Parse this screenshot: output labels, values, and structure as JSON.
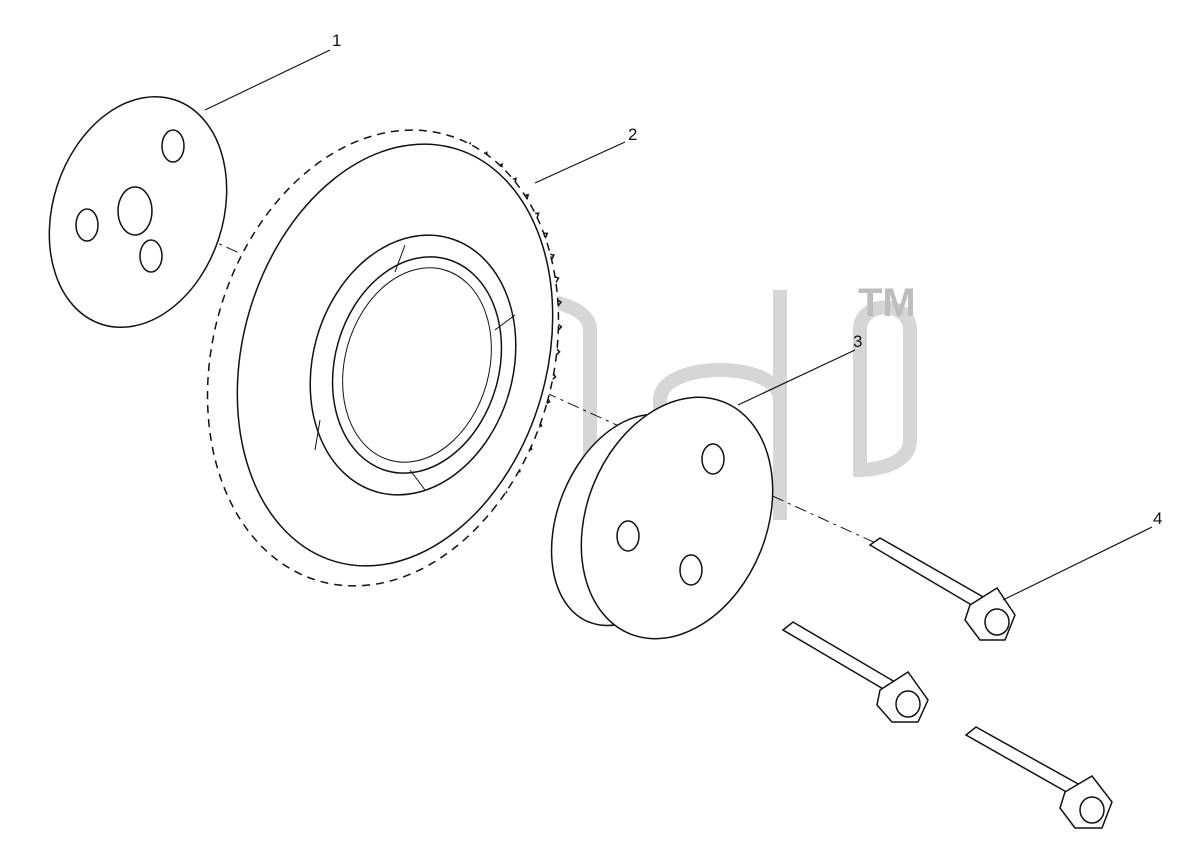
{
  "callouts": [
    "1",
    "2",
    "3",
    "4"
  ],
  "watermark": {
    "trademark": "TM",
    "color": "#c0c0c0"
  },
  "icons": {
    "part_1": "thrust-washer-plate",
    "part_2": "helical-gear",
    "part_3": "hub-flange",
    "part_4": "flange-bolts"
  }
}
